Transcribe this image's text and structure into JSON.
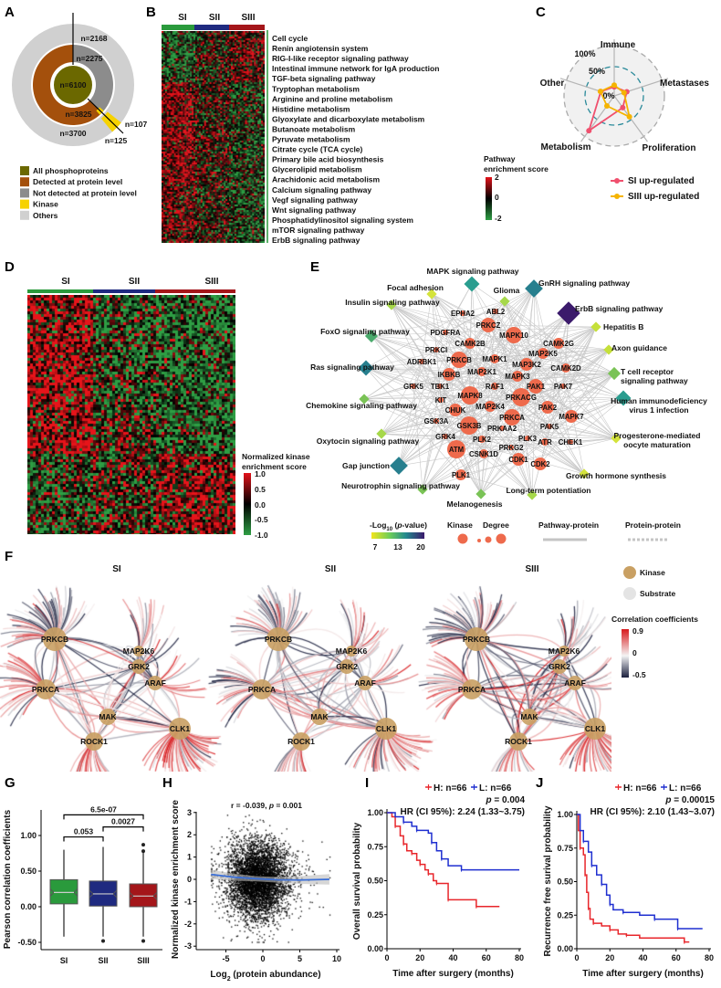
{
  "panel_labels": [
    "A",
    "B",
    "C",
    "D",
    "E",
    "F",
    "G",
    "H",
    "I",
    "J"
  ],
  "panel_a": {
    "counts": [
      "n=2168",
      "n=2275",
      "n=6100",
      "n=3825",
      "n=3700",
      "n=107",
      "n=125"
    ],
    "legend": [
      {
        "label": "All phosphoproteins",
        "color": "#6b6800"
      },
      {
        "label": "Detected at protein level",
        "color": "#a4500c"
      },
      {
        "label": "Not detected at protein level",
        "color": "#8c8c8c"
      },
      {
        "label": "Kinase",
        "color": "#f6d200"
      },
      {
        "label": "Others",
        "color": "#d0d0d0"
      }
    ]
  },
  "panel_b": {
    "groups": [
      "SI",
      "SII",
      "SIII"
    ],
    "group_colors": [
      "#2a9a3c",
      "#1f2a80",
      "#a4161a"
    ],
    "pathways": [
      "Cell cycle",
      "Renin angiotensin system",
      "RIG-I-like receptor signaling pathway",
      "Intestinal immune network for IgA production",
      "TGF-beta signaling pathway",
      "Tryptophan metabolism",
      "Arginine and proline metabolism",
      "Histidine metabolism",
      "Glyoxylate and dicarboxylate metabolism",
      "Butanoate metabolism",
      "Pyruvate metabolism",
      "Citrate cycle (TCA cycle)",
      "Primary bile acid biosynthesis",
      "Glycerolipid metabolism",
      "Arachidonic acid metabolism",
      "Calcium signaling pathway",
      "Vegf signaling pathway",
      "Wnt signaling pathway",
      "Phosphatidylinositol signaling system",
      "mTOR signaling pathway",
      "ErbB signaling pathway"
    ],
    "legend_title": [
      "Pathway",
      "enrichment score"
    ],
    "legend_ticks": [
      "2",
      "0",
      "-2"
    ]
  },
  "panel_d": {
    "groups": [
      "SI",
      "SII",
      "SIII"
    ],
    "legend_title": [
      "Normalized kinase",
      "enrichment score"
    ],
    "legend_ticks": [
      "1.0",
      "0.5",
      "0.0",
      "-0.5",
      "-1.0"
    ]
  },
  "panel_e": {
    "kinases": [
      "EPHA2",
      "ABL2",
      "PRKCZ",
      "MAPK10",
      "PDGFRA",
      "CAMK2B",
      "CAMK2G",
      "PRKCI",
      "PRKCB",
      "MAPK1",
      "MAP2K5",
      "ADRBK1",
      "MAP3K2",
      "CAMK2D",
      "IKBKB",
      "MAP2K1",
      "MAPK3",
      "GRK5",
      "TBK1",
      "RAF1",
      "PAK1",
      "PAK7",
      "KIT",
      "MAPK8",
      "PRKACG",
      "MAP2K4",
      "CHUK",
      "PAK2",
      "MAPK7",
      "PRKCA",
      "GSK3A",
      "PAK5",
      "GSK3B",
      "PRKAA2",
      "GRK4",
      "PLK2",
      "PLK3",
      "ATR",
      "CHEK1",
      "PRKG2",
      "ATM",
      "CSNK1D",
      "CDK1",
      "CDK2",
      "PLK1"
    ],
    "pathways": [
      {
        "lines": [
          "MAPK signaling pathway"
        ],
        "color": "#2a9d8f"
      },
      {
        "lines": [
          "Focal adhesion"
        ],
        "color": "#d4e33b"
      },
      {
        "lines": [
          "Glioma"
        ],
        "color": "#a6d84a"
      },
      {
        "lines": [
          "GnRH signaling pathway"
        ],
        "color": "#277f8e"
      },
      {
        "lines": [
          "ErbB signaling pathway"
        ],
        "color": "#3b1a6b"
      },
      {
        "lines": [
          "Insulin signaling pathway"
        ],
        "color": "#a6d84a"
      },
      {
        "lines": [
          "Hepatitis B"
        ],
        "color": "#c5e03a"
      },
      {
        "lines": [
          "FoxO signaling pathway"
        ],
        "color": "#4aaa6c"
      },
      {
        "lines": [
          "Axon guidance"
        ],
        "color": "#c5e03a"
      },
      {
        "lines": [
          "Ras signaling pathway"
        ],
        "color": "#277f8e"
      },
      {
        "lines": [
          "T cell receptor",
          "signaling pathway"
        ],
        "color": "#7ac356"
      },
      {
        "lines": [
          "Chemokine signaling pathway"
        ],
        "color": "#7ac356"
      },
      {
        "lines": [
          "Human immunodeficiency",
          "virus 1 infection"
        ],
        "color": "#2a9d8f"
      },
      {
        "lines": [
          "Oxytocin signaling pathway"
        ],
        "color": "#a6d84a"
      },
      {
        "lines": [
          "Progesterone-mediated",
          "oocyte maturation"
        ],
        "color": "#d4e33b"
      },
      {
        "lines": [
          "Gap junction"
        ],
        "color": "#277f8e"
      },
      {
        "lines": [
          "Growth hormone synthesis"
        ],
        "color": "#d4e33b"
      },
      {
        "lines": [
          "Neurotrophin signaling pathway"
        ],
        "color": "#7ac356"
      },
      {
        "lines": [
          "Long-term potentiation"
        ],
        "color": "#a6d84a"
      },
      {
        "lines": [
          "Melanogenesis"
        ],
        "color": "#7ac356"
      }
    ],
    "kinase_color": "#ee6a4c",
    "legend": {
      "pvalue_title": [
        "-Log",
        "10",
        " (",
        "p",
        "-value)"
      ],
      "pvalue_ticks": [
        "7",
        "13",
        "20"
      ],
      "kinase": "Kinase",
      "degree": "Degree",
      "pathway_protein": "Pathway-protein",
      "protein_protein": "Protein-protein"
    }
  },
  "panel_f": {
    "titles": [
      "SI",
      "SII",
      "SIII"
    ],
    "kinases": [
      "PRKCB",
      "MAP2K6",
      "GRK2",
      "ARAF",
      "PRKCA",
      "MAK",
      "CLK1",
      "ROCK1"
    ],
    "legend": {
      "kinase": "Kinase",
      "substrate": "Substrate",
      "corr_title": "Correlation coefficients",
      "corr_ticks": [
        "0.9",
        "0",
        "-0.5"
      ]
    },
    "kinase_color": "#c9a063",
    "substrate_color": "#e4e4e4"
  },
  "chart_data": [
    {
      "type": "radar",
      "panel": "C",
      "axes": [
        "Immune",
        "Metastases",
        "Proliferation",
        "Metabolism",
        "Other"
      ],
      "ticks": [
        "100%",
        "50%",
        "0%"
      ],
      "series": [
        {
          "name": "SI up-regulated",
          "color": "#f0506e",
          "values": [
            0.02,
            0.12,
            0.15,
            0.83,
            0.14
          ]
        },
        {
          "name": "SIII up-regulated",
          "color": "#f5b400",
          "values": [
            0.06,
            0.05,
            0.42,
            0.1,
            0.15
          ]
        }
      ]
    },
    {
      "type": "box",
      "panel": "G",
      "categories": [
        "SI",
        "SII",
        "SIII"
      ],
      "colors": [
        "#2a9a3c",
        "#1f2a80",
        "#a4161a"
      ],
      "ylabel": "Pearson correlation coefficients",
      "yticks": [
        "1.00",
        "0.50",
        "0.00",
        "-0.50"
      ],
      "ytick_values": [
        1.0,
        0.5,
        0.0,
        -0.5
      ],
      "ylim": [
        -0.6,
        1.35
      ],
      "boxes": [
        {
          "q1": 0.04,
          "median": 0.2,
          "q3": 0.38,
          "whislo": -0.42,
          "whishi": 0.8,
          "outliers": []
        },
        {
          "q1": 0.01,
          "median": 0.18,
          "q3": 0.36,
          "whislo": -0.42,
          "whishi": 0.84,
          "outliers": [
            -0.48
          ]
        },
        {
          "q1": 0.0,
          "median": 0.15,
          "q3": 0.32,
          "whislo": -0.42,
          "whishi": 0.77,
          "outliers": [
            0.78,
            0.87,
            -0.48
          ]
        }
      ],
      "comparisons": [
        {
          "pair": [
            0,
            1
          ],
          "label": "0.053",
          "level": 0.98
        },
        {
          "pair": [
            1,
            2
          ],
          "label": "0.0027",
          "level": 1.12
        },
        {
          "pair": [
            0,
            2
          ],
          "label": "6.5e-07",
          "level": 1.29
        }
      ]
    },
    {
      "type": "scatter",
      "panel": "H",
      "ylabel": "Normalized kinase enrichment score",
      "xlabel": [
        "Log",
        "2",
        " (protein abundance)"
      ],
      "annotation": [
        "r = -0.039, ",
        "p",
        " = 0.001"
      ],
      "xticks": [
        "-5",
        "0",
        "5",
        "10"
      ],
      "xtick_values": [
        -5,
        0,
        5,
        10
      ],
      "yticks": [
        "3",
        "2",
        "1",
        "0",
        "-1",
        "-2",
        "-3"
      ],
      "ytick_values": [
        3,
        2,
        1,
        0,
        -1,
        -2,
        -3
      ],
      "xlim": [
        -7.5,
        10.5
      ],
      "ylim": [
        -3.2,
        3.2
      ],
      "fit": [
        [
          -7,
          0.22
        ],
        [
          -4,
          0.1
        ],
        [
          -1,
          0.03
        ],
        [
          2,
          -0.02
        ],
        [
          5,
          -0.03
        ],
        [
          9,
          0.0
        ]
      ],
      "point_color": "#000000",
      "fit_color": "#3a6fd8"
    },
    {
      "type": "line",
      "subtype": "kaplan-meier",
      "panel": "I",
      "ylabel": "Overall survival probability",
      "xlabel": "Time after surgery (months)",
      "xticks": [
        "0",
        "20",
        "40",
        "60",
        "80"
      ],
      "xtick_values": [
        0,
        20,
        40,
        60,
        80
      ],
      "yticks": [
        "1.00",
        "0.75",
        "0.50",
        "0.25",
        "0.00"
      ],
      "ytick_values": [
        1,
        0.75,
        0.5,
        0.25,
        0
      ],
      "xlim": [
        0,
        80
      ],
      "ylim": [
        0,
        1
      ],
      "legend": [
        "H: n=66",
        "L: n=66"
      ],
      "pvalue": [
        "p",
        " = 0.004"
      ],
      "hr": "HR (CI 95%): 2.24 (1.33~3.75)",
      "series": [
        {
          "name": "H",
          "color": "#e8262b",
          "points": [
            [
              0,
              1
            ],
            [
              3,
              0.97
            ],
            [
              5,
              0.9
            ],
            [
              8,
              0.83
            ],
            [
              10,
              0.77
            ],
            [
              12,
              0.72
            ],
            [
              15,
              0.7
            ],
            [
              18,
              0.65
            ],
            [
              20,
              0.62
            ],
            [
              23,
              0.58
            ],
            [
              25,
              0.55
            ],
            [
              28,
              0.5
            ],
            [
              30,
              0.48
            ],
            [
              35,
              0.48
            ],
            [
              37,
              0.36
            ],
            [
              45,
              0.36
            ],
            [
              54,
              0.31
            ],
            [
              68,
              0.31
            ]
          ]
        },
        {
          "name": "L",
          "color": "#1f2fd0",
          "points": [
            [
              0,
              1
            ],
            [
              5,
              0.97
            ],
            [
              10,
              0.93
            ],
            [
              15,
              0.9
            ],
            [
              18,
              0.87
            ],
            [
              25,
              0.85
            ],
            [
              27,
              0.78
            ],
            [
              30,
              0.72
            ],
            [
              33,
              0.66
            ],
            [
              37,
              0.61
            ],
            [
              45,
              0.58
            ],
            [
              80,
              0.58
            ]
          ]
        }
      ]
    },
    {
      "type": "line",
      "subtype": "kaplan-meier",
      "panel": "J",
      "ylabel": "Recurrence free surival probability",
      "xlabel": "Time after surgery (months)",
      "xticks": [
        "0",
        "20",
        "40",
        "60",
        "80"
      ],
      "xtick_values": [
        0,
        20,
        40,
        60,
        80
      ],
      "yticks": [
        "1.00",
        "0.75",
        "0.50",
        "0.25",
        "0.00"
      ],
      "ytick_values": [
        1,
        0.75,
        0.5,
        0.25,
        0
      ],
      "xlim": [
        0,
        80
      ],
      "ylim": [
        0,
        1
      ],
      "legend": [
        "H: n=66",
        "L: n=66"
      ],
      "pvalue": [
        "p",
        " = 0.00015"
      ],
      "hr": "HR (CI 95%): 2.10 (1.43~3.07)",
      "series": [
        {
          "name": "H",
          "color": "#e8262b",
          "points": [
            [
              0,
              1
            ],
            [
              1,
              0.88
            ],
            [
              2,
              0.75
            ],
            [
              4,
              0.7
            ],
            [
              5,
              0.55
            ],
            [
              6,
              0.42
            ],
            [
              7,
              0.3
            ],
            [
              8,
              0.22
            ],
            [
              10,
              0.19
            ],
            [
              15,
              0.17
            ],
            [
              20,
              0.14
            ],
            [
              25,
              0.11
            ],
            [
              30,
              0.1
            ],
            [
              38,
              0.08
            ],
            [
              65,
              0.05
            ],
            [
              68,
              0.05
            ]
          ]
        },
        {
          "name": "L",
          "color": "#1f2fd0",
          "points": [
            [
              0,
              1
            ],
            [
              2,
              0.88
            ],
            [
              4,
              0.8
            ],
            [
              7,
              0.72
            ],
            [
              9,
              0.62
            ],
            [
              12,
              0.55
            ],
            [
              15,
              0.48
            ],
            [
              18,
              0.4
            ],
            [
              20,
              0.33
            ],
            [
              22,
              0.29
            ],
            [
              28,
              0.27
            ],
            [
              38,
              0.25
            ],
            [
              47,
              0.22
            ],
            [
              60,
              0.22
            ],
            [
              61,
              0.15
            ],
            [
              76,
              0.15
            ]
          ]
        }
      ]
    }
  ]
}
